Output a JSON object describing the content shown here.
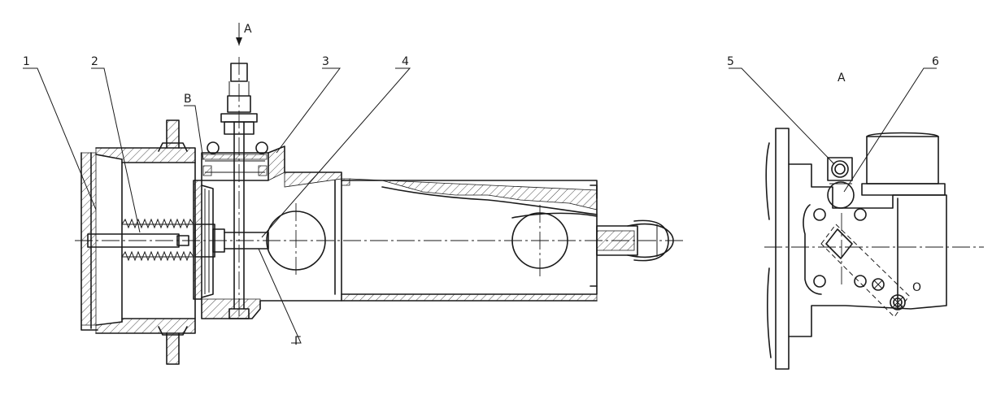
{
  "labels": {
    "l1": "1",
    "l2": "2",
    "l3": "3",
    "l4": "4",
    "l5": "5",
    "l6": "6",
    "view_arrow": "A",
    "view_title": "A",
    "b": "В",
    "g": "Г",
    "o": "О"
  }
}
